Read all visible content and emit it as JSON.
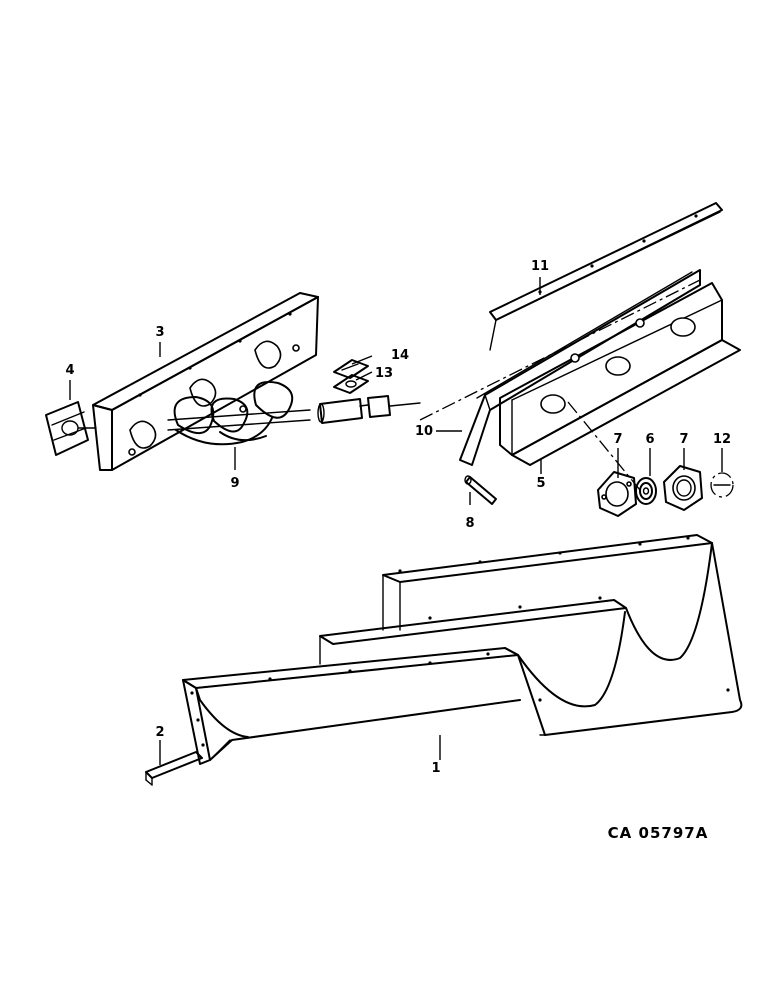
{
  "diagram": {
    "drawing_code": "CA 05797A",
    "callouts": {
      "c1": "1",
      "c2": "2",
      "c3": "3",
      "c4": "4",
      "c5": "5",
      "c6": "6",
      "c7a": "7",
      "c7b": "7",
      "c8": "8",
      "c9": "9",
      "c10": "10",
      "c11": "11",
      "c12": "12",
      "c13": "13",
      "c14": "14"
    }
  }
}
